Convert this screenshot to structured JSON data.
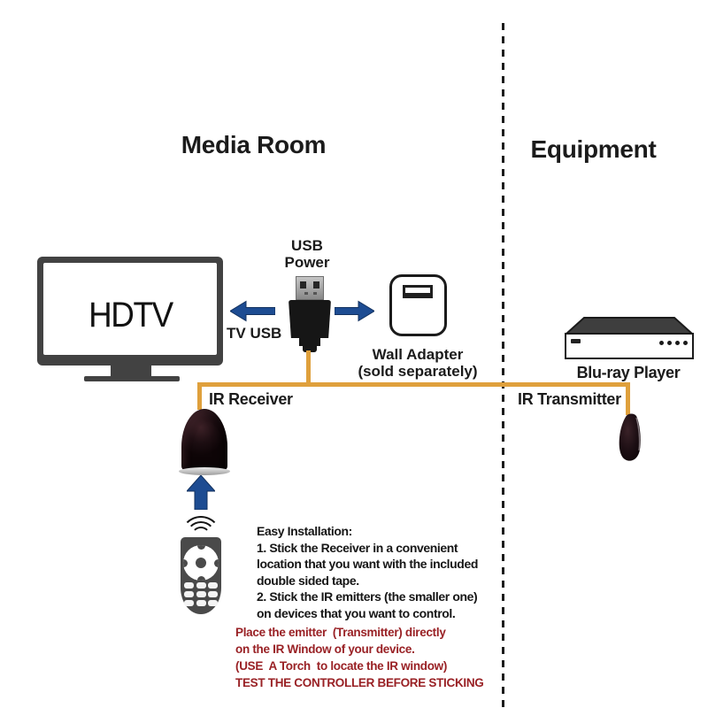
{
  "zones": {
    "media_room": "Media Room",
    "equipment": "Equipment"
  },
  "tv": {
    "label": "HDTV",
    "port_label": "TV USB"
  },
  "usb_power": {
    "label": "USB\nPower"
  },
  "wall_adapter": {
    "name": "Wall Adapter",
    "note": "(sold separately)"
  },
  "bluray": {
    "name": "Blu-ray Player"
  },
  "ir_receiver": {
    "name": "IR Receiver"
  },
  "ir_transmitter": {
    "name": "IR Transmitter"
  },
  "instructions": {
    "heading": "Easy Installation:",
    "steps": "1. Stick the Receiver in a convenient\nlocation that you want with the included\ndouble sided tape.\n2. Stick the IR emitters (the smaller one)\non devices that you want to control."
  },
  "warning": "Place the emitter  (Transmitter) directly\non the IR Window of your device.\n(USE  A Torch  to locate the IR window)\nTEST THE CONTROLLER BEFORE STICKING",
  "colors": {
    "arrow_blue": "#1d4c92",
    "cable_orange": "#dfa03c",
    "device_gray": "#424242",
    "warning_red": "#992125"
  }
}
